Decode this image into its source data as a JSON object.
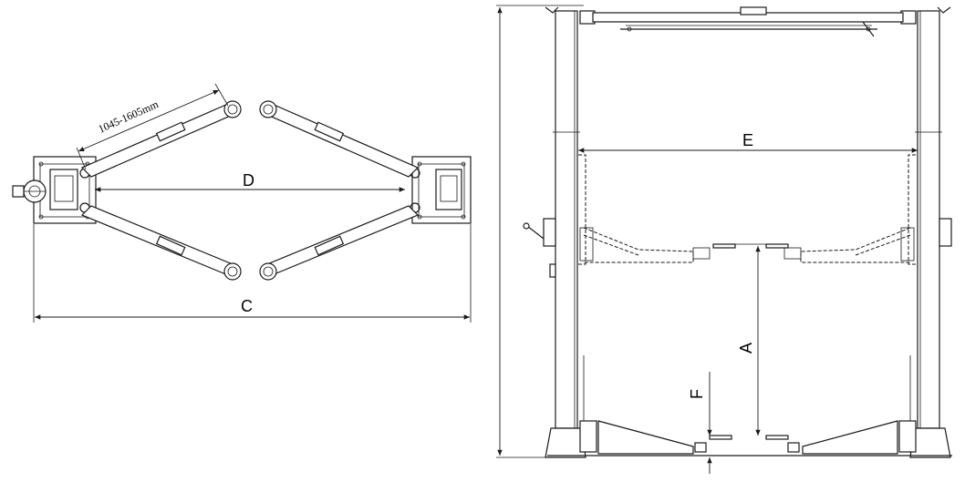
{
  "labels": {
    "arm_range": "1045-1605mm",
    "d": "D",
    "c": "C",
    "e": "E",
    "a": "A",
    "f": "F"
  },
  "colors": {
    "line": "#1a1a1a",
    "background": "#ffffff"
  }
}
